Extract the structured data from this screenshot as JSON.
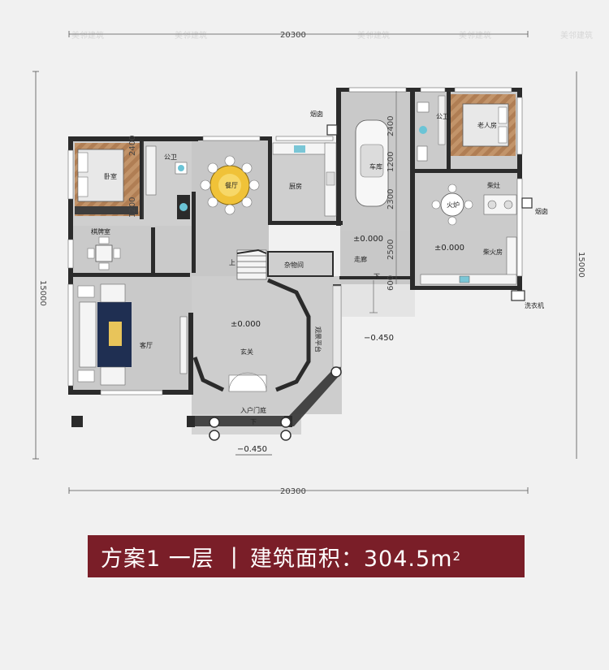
{
  "dimensions": {
    "top_width": "20300",
    "bottom_width": "20300",
    "left_height": "15000",
    "right_height": "15000",
    "seg_2400a": "2400",
    "seg_1200a": "1200",
    "seg_2400b": "2400",
    "seg_1200b": "1200",
    "seg_2300": "2300",
    "seg_2500": "2500",
    "seg_600": "600"
  },
  "rooms": {
    "bedroom": "卧室",
    "bath_left": "公卫",
    "dining": "餐厅",
    "kitchen": "厨房",
    "garage": "车库",
    "bath_right": "公卫",
    "elder_room": "老人房",
    "chai_stove": "柴灶",
    "fire_stove": "火炉",
    "chai_kitchen": "柴火房",
    "chess_room": "棋牌室",
    "storage": "杂物间",
    "corridor": "走廊",
    "living": "客厅",
    "foyer": "玄关",
    "view_platform": "观景平台",
    "entrance_court": "入户门庭",
    "chimney_left": "烟囱",
    "chimney_right": "烟囱",
    "laundry": "洗衣机"
  },
  "levels": {
    "foyer": "±0.000",
    "corridor": "±0.000",
    "chai_kitchen": "±0.000",
    "outside": "−0.450",
    "platform": "−0.450"
  },
  "stair_labels": {
    "up": "上",
    "down1": "下",
    "down2": "下"
  },
  "watermark": "美邻建筑",
  "banner": {
    "scheme": "方案1 一层",
    "separator": "|",
    "area_label": "建筑面积：304.5m",
    "area_sup": "2"
  },
  "colors": {
    "banner_bg": "#7a1e28",
    "wall": "#2b2b2b",
    "floor": "#c9c9c9",
    "wood": "#b68a62"
  }
}
